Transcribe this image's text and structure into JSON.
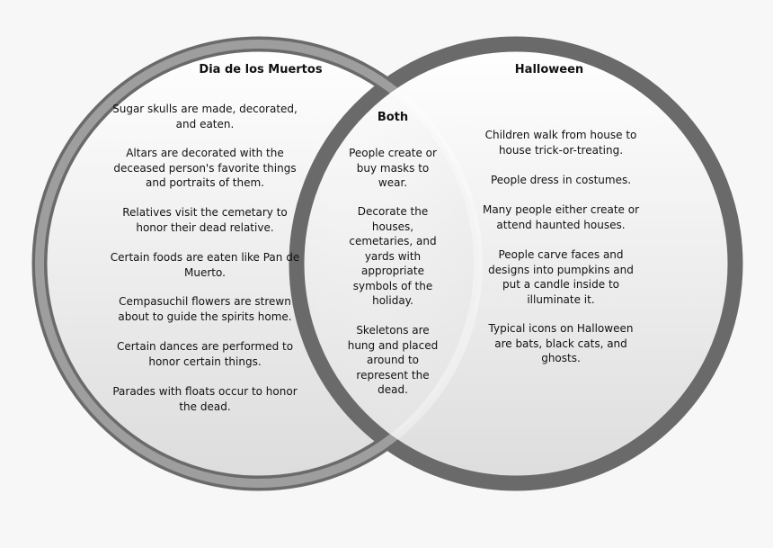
{
  "diagram": {
    "type": "venn",
    "colors": {
      "background": "#f7f7f7",
      "ring": "#6a6a6a",
      "fill_light": "#ffffff",
      "fill_dark": "#dedede"
    },
    "left": {
      "title": "Dia de los Muertos",
      "items": [
        "Sugar skulls are made, decorated,\nand eaten.",
        "Altars are decorated with the\ndeceased person's favorite things\nand portraits of them.",
        "Relatives visit the cemetary to\nhonor their dead relative.",
        "Certain foods are eaten like Pan de\nMuerto.",
        "Cempasuchil flowers are strewn\nabout to guide the spirits home.",
        "Certain dances are performed to\nhonor certain things.",
        "Parades with floats occur to honor\nthe dead."
      ]
    },
    "center": {
      "title": "Both",
      "items": [
        "People create or\nbuy masks to\nwear.",
        "Decorate the\nhouses,\ncemetaries, and\nyards with\nappropriate\nsymbols of the\nholiday.",
        "Skeletons are\nhung and placed\naround to\nrepresent the\ndead."
      ]
    },
    "right": {
      "title": "Halloween",
      "items": [
        "Children walk from house to\nhouse trick-or-treating.",
        "People dress in costumes.",
        "Many people either create or\nattend haunted houses.",
        "People carve faces and\ndesigns into pumpkins and\nput a candle inside to\nilluminate it.",
        "Typical icons on Halloween\nare bats, black cats, and\nghosts."
      ]
    }
  }
}
